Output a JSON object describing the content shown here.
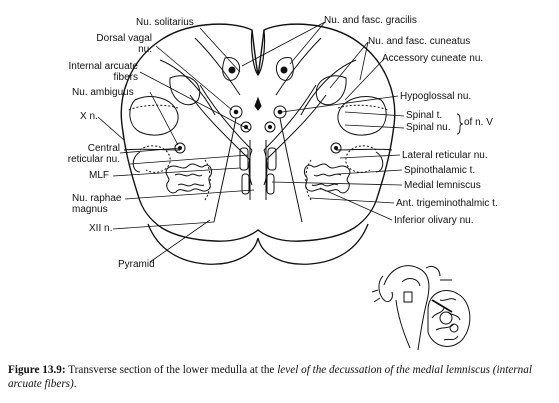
{
  "labels": {
    "nu_solitarius": "Nu. solitarius",
    "dorsal_vagal_1": "Dorsal vagal",
    "dorsal_vagal_2": "nu.",
    "internal_arcuate_1": "Internal arcuate",
    "internal_arcuate_2": "fibers",
    "nu_ambiguus": "Nu. ambiguus",
    "x_n": "X n.",
    "central_reticular_1": "Central",
    "central_reticular_2": "reticular nu.",
    "mlf": "MLF",
    "raphae_1": "Nu. raphae",
    "raphae_2": "magnus",
    "xii_n": "XII n.",
    "pyramid": "Pyramid",
    "gracilis": "Nu. and fasc. gracilis",
    "cuneatus": "Nu. and fasc. cuneatus",
    "accessory_cuneate": "Accessory cuneate nu.",
    "hypoglossal": "Hypoglossal nu.",
    "spinal_t": "Spinal t.",
    "spinal_nu": "Spinal nu.",
    "of_n_v": "of n. V",
    "lateral_reticular": "Lateral reticular nu.",
    "spinothalamic": "Spinothalamic t.",
    "medial_lemniscus": "Medial lemniscus",
    "ant_trigemino": "Ant. trigeminothalmic t.",
    "inferior_olivary": "Inferior olivary nu."
  },
  "caption": {
    "figure_label": "Figure 13.9:",
    "text_plain": " Transverse section of the lower medulla at the ",
    "text_italic": "level of the decussation of the medial lemniscus (internal arcuate fibers)",
    "text_end": "."
  }
}
